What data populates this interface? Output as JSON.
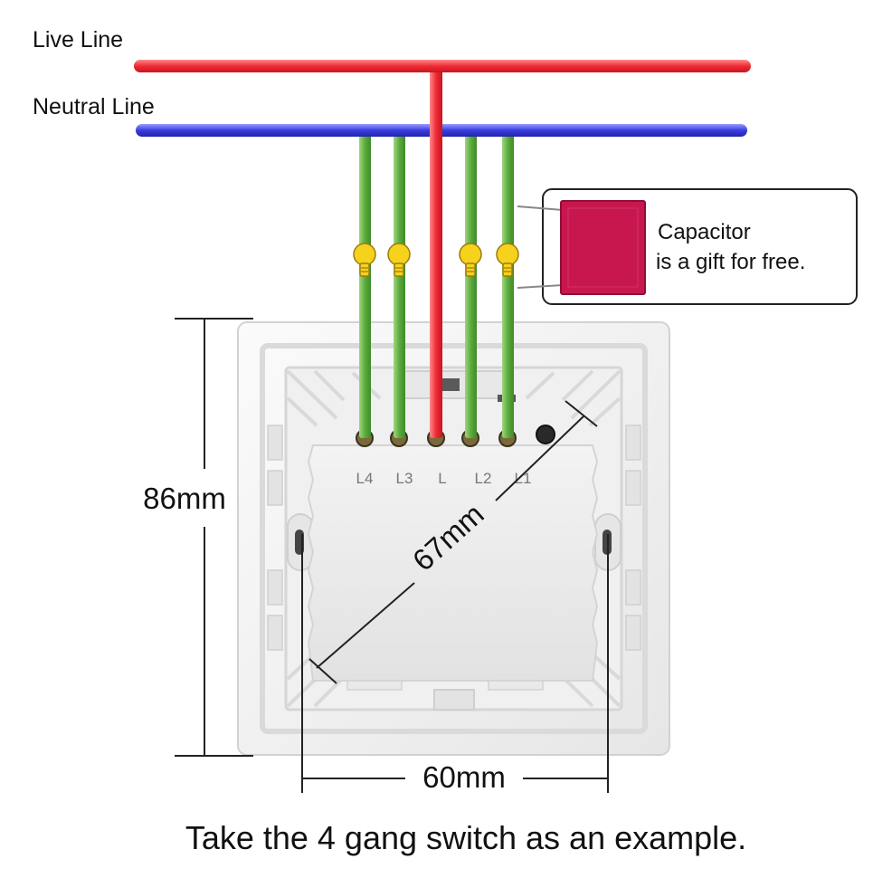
{
  "lines": {
    "live": "Live Line",
    "neutral": "Neutral Line"
  },
  "terminals": [
    "L4",
    "L3",
    "L",
    "L2",
    "L1"
  ],
  "capacitor": {
    "line1": "Capacitor",
    "line2": "is a gift for free."
  },
  "dimensions": {
    "height": "86mm",
    "diagonal": "67mm",
    "width": "60mm"
  },
  "caption": "Take the 4 gang switch as an example.",
  "colors": {
    "live": "#ee2b35",
    "neutral": "#3a3de0",
    "load_wire": "#5bab3c",
    "capacitor": "#c8174f",
    "bulb": "#f6d21d"
  }
}
